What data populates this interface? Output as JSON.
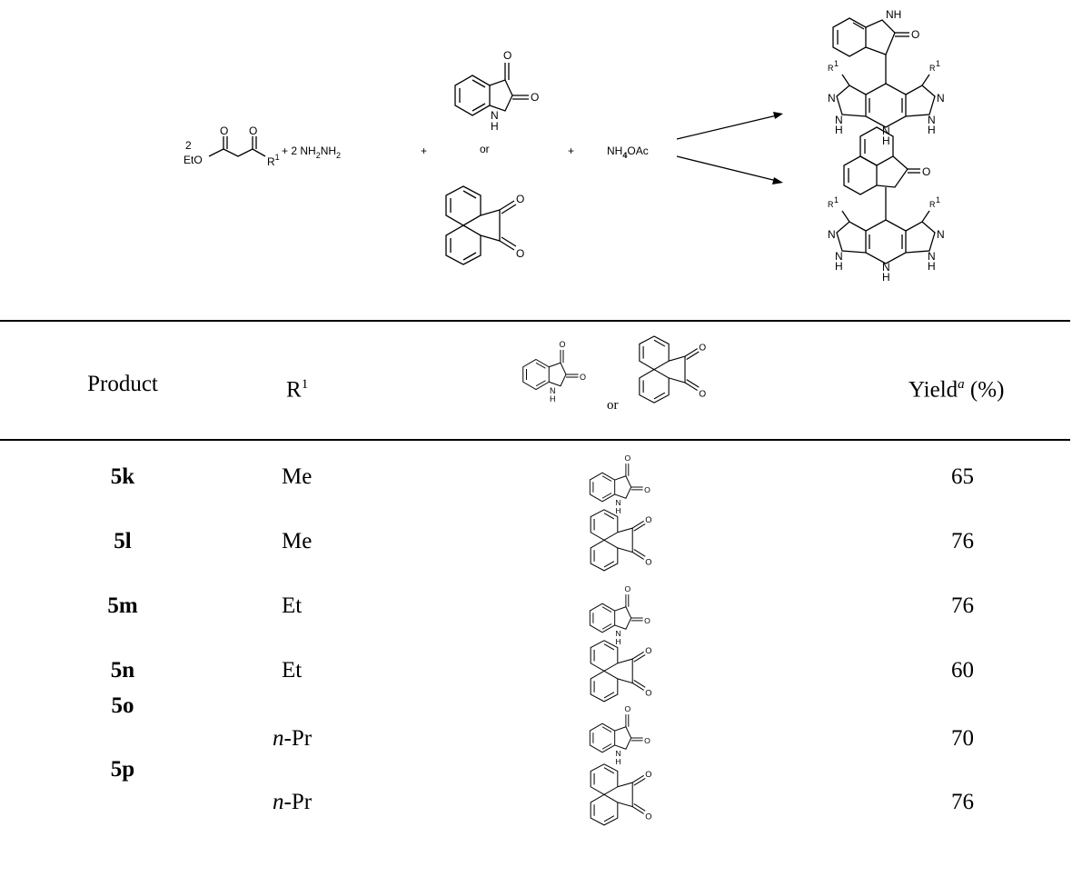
{
  "scheme": {
    "coef1": "2",
    "ester_label": "EtO",
    "r1": "R",
    "r1_sup": "1",
    "hydrazine": "+ 2 NH",
    "hydrazine_sub1": "2",
    "hydrazine_mid": "NH",
    "hydrazine_sub2": "2",
    "plus": "+",
    "or": "or",
    "ammonium": "NH",
    "ammonium_sub": "4",
    "ammonium_rest": "OAc",
    "O": "O",
    "N": "N",
    "H": "H",
    "NH": "NH"
  },
  "table": {
    "headers": {
      "product": "Product",
      "r1": "R",
      "r1_sup": "1",
      "reagent_or": "or",
      "yield": "Yield",
      "yield_sup": "a",
      "yield_unit": "(%)"
    },
    "rows": [
      {
        "product": "5k",
        "r1": "Me",
        "reagent": "isatin",
        "yield": "65"
      },
      {
        "product": "5l",
        "r1": "Me",
        "reagent": "acenaphthenequinone",
        "yield": "76"
      },
      {
        "product": "5m",
        "r1": "Et",
        "reagent": "isatin",
        "yield": "76"
      },
      {
        "product": "5n",
        "r1": "Et",
        "reagent": "acenaphthenequinone",
        "yield": "60"
      },
      {
        "product": "5o",
        "r1_prefix": "n",
        "r1": "-Pr",
        "reagent": "isatin",
        "yield": "70"
      },
      {
        "product": "5p",
        "r1_prefix": "n",
        "r1": "-Pr",
        "reagent": "acenaphthenequinone",
        "yield": "76"
      }
    ]
  }
}
